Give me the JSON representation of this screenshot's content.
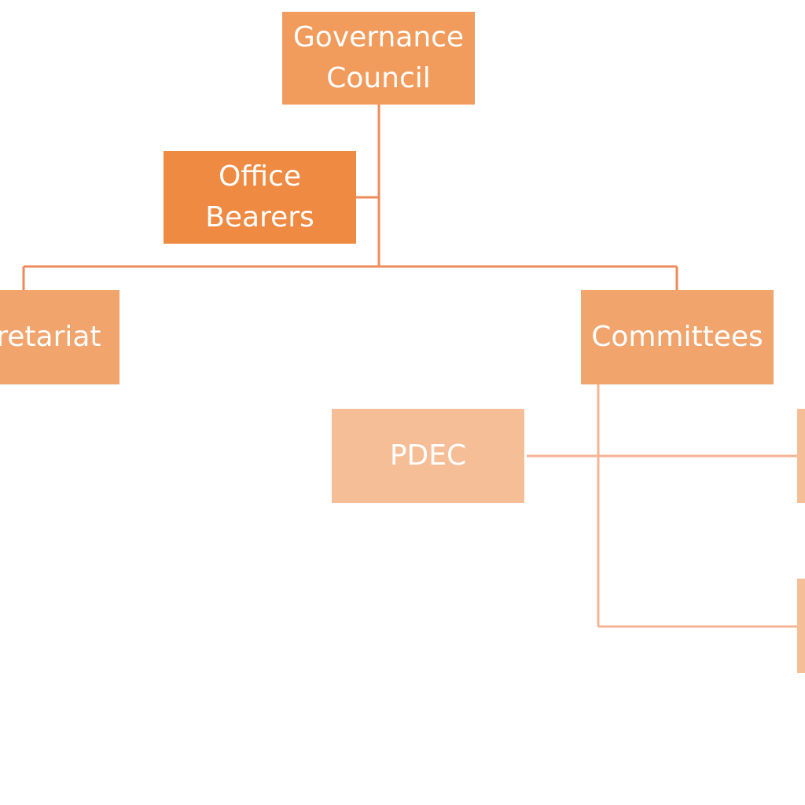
{
  "diagram": {
    "colors": {
      "level1": "#f19c5d",
      "office": "#ef8a43",
      "level2": "#f1a46c",
      "level3": "#f5be97",
      "line_dark": "#ef8a5a",
      "line_light": "#f5b394"
    },
    "nodes": {
      "governance_council": "Governance\nCouncil",
      "office_bearers": "Office\nBearers",
      "secretariat": "Secretariat",
      "committees": "Committees",
      "pdec": "PDEC",
      "committee_right_1": "",
      "committee_right_2": ""
    }
  }
}
